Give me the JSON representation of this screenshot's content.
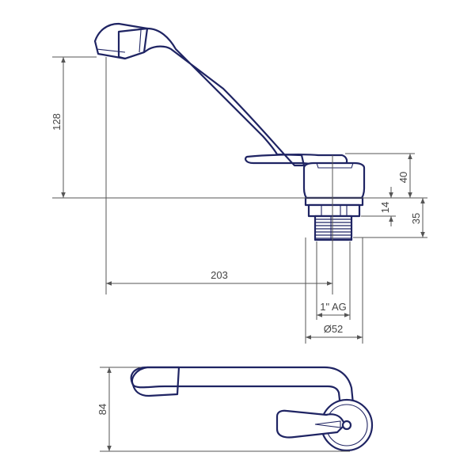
{
  "drawing": {
    "dimensions": {
      "spout_height": "128",
      "lever_height": "40",
      "nut_height": "14",
      "shank_height": "35",
      "reach": "203",
      "thread": "1\" AG",
      "base_diameter": "Ø52",
      "top_view_width": "84"
    },
    "line_color": "#1f2463",
    "dimension_color": "#555555"
  }
}
